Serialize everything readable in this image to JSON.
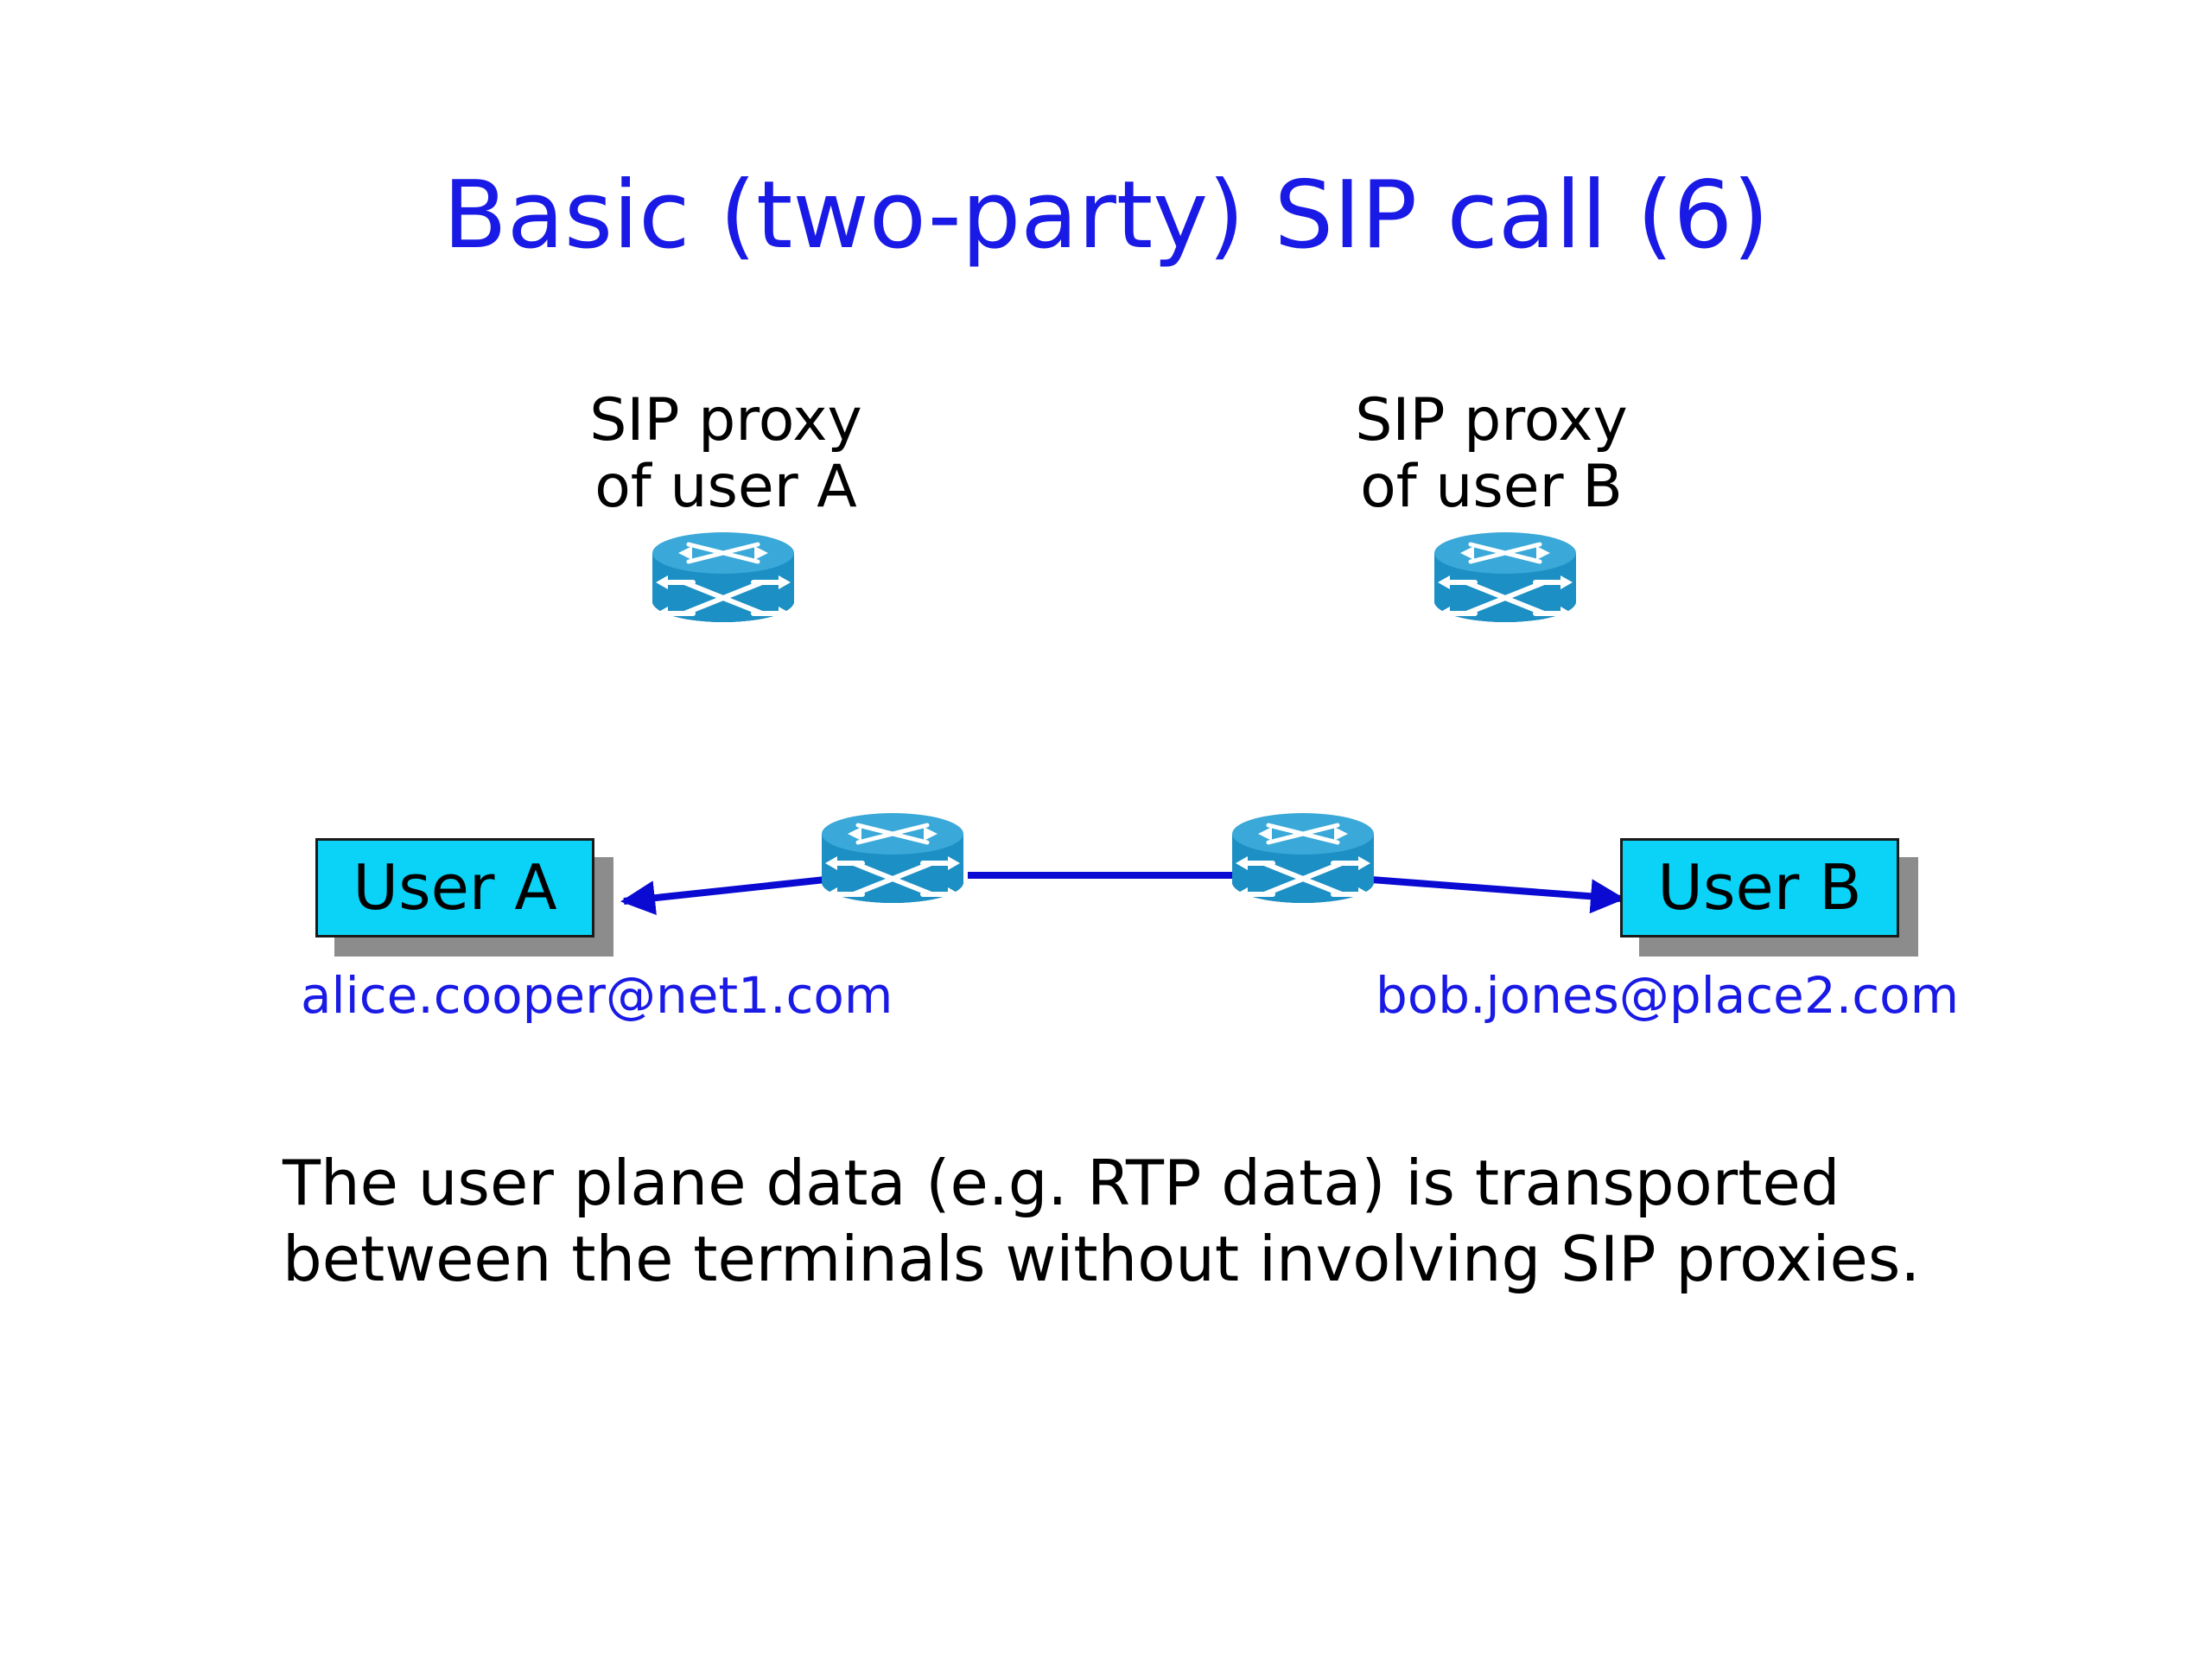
{
  "slide": {
    "title": "Basic (two-party) SIP call (6)",
    "proxy_a": {
      "line1": "SIP proxy",
      "line2": "of user A"
    },
    "proxy_b": {
      "line1": "SIP proxy",
      "line2": "of user B"
    },
    "user_a": {
      "label": "User A",
      "email": "alice.cooper@net1.com"
    },
    "user_b": {
      "label": "User B",
      "email": "bob.jones@place2.com"
    },
    "caption": {
      "line1": "The user plane data (e.g. RTP data) is transported",
      "line2": "between the terminals without involving SIP proxies."
    }
  },
  "colors": {
    "title": "#1a1ae6",
    "link": "#0a0ad2",
    "user_box": "#0ad3f7",
    "router": "#1c8fc4"
  },
  "icons": [
    "router-icon"
  ]
}
